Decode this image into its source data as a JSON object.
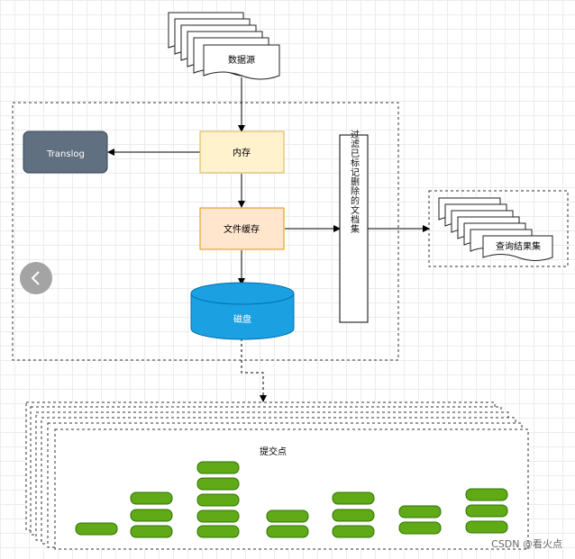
{
  "nodes": {
    "data_source": "数据源",
    "translog": "Translog",
    "memory": "内存",
    "file_cache": "文件缓存",
    "filter": "过滤已标记删除的文档集",
    "disk": "磁盘",
    "query_result": "查询结果集",
    "commit_point": "提交点"
  },
  "colors": {
    "translog_fill": "#617081",
    "memory_fill": "#fff2cc",
    "file_cache_fill": "#ffe6cc",
    "disk_fill": "#1ba1e2",
    "segment_fill": "#60a917",
    "segment_stroke": "#2d7600"
  },
  "watermark": "CSDN @看火点",
  "controls": {
    "back_icon": "chevron-left-icon"
  }
}
